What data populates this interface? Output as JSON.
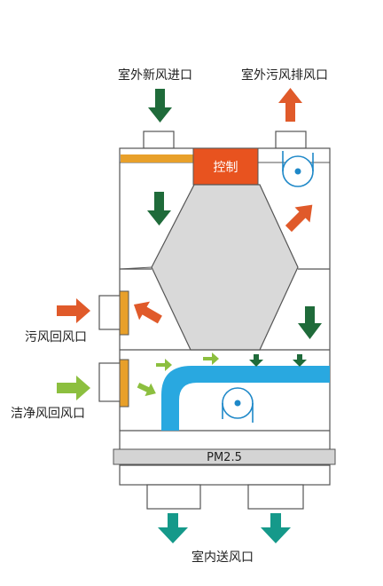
{
  "labels": {
    "fresh_air_inlet": "室外新风进口",
    "exhaust_outlet": "室外污风排风口",
    "dirty_return": "污风回风口",
    "clean_return": "洁净风回风口",
    "supply_outlet": "室内送风口",
    "control": "控制",
    "filter": "PM2.5"
  },
  "colors": {
    "fresh_arrow": "#1f6b3a",
    "exhaust_arrow": "#e05a2a",
    "clean_arrow": "#8cbf3f",
    "supply_arrow": "#15998a",
    "control_box": "#e8531f",
    "orange_bar": "#e8a02a",
    "duct": "#29a8e0",
    "exchanger": "#d9d9d9",
    "filter_bar": "#d4d4d4",
    "fan": "#1e88c8"
  },
  "icons": [
    "fan-icon",
    "down-arrow-icon",
    "up-arrow-icon",
    "right-arrow-icon"
  ]
}
